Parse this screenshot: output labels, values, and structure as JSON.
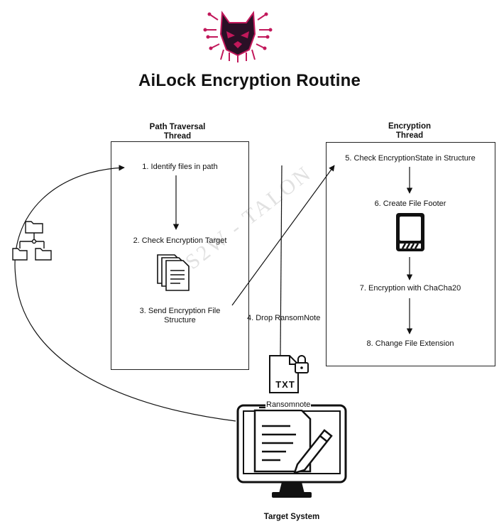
{
  "title": "AiLock Encryption Routine",
  "watermark": "S2W - TALON",
  "path_thread": {
    "header_line1": "Path Traversal",
    "header_line2": "Thread",
    "steps": [
      "1. Identify files in path",
      "2. Check Encryption Target",
      "3. Send Encryption File",
      "Structure"
    ]
  },
  "encryption_thread": {
    "header_line1": "Encryption",
    "header_line2": "Thread",
    "steps": [
      "5. Check EncryptionState in Structure",
      "6. Create File Footer",
      "7. Encryption with ChaCha20",
      "8. Change File Extension"
    ]
  },
  "drop_label": "4. Drop RansomNote",
  "txt_label": "TXT",
  "ransomnote_label": "Ransomnote",
  "target_label": "Target System",
  "colors": {
    "logo_magenta": "#c2185b",
    "logo_dark": "#2a1026"
  }
}
